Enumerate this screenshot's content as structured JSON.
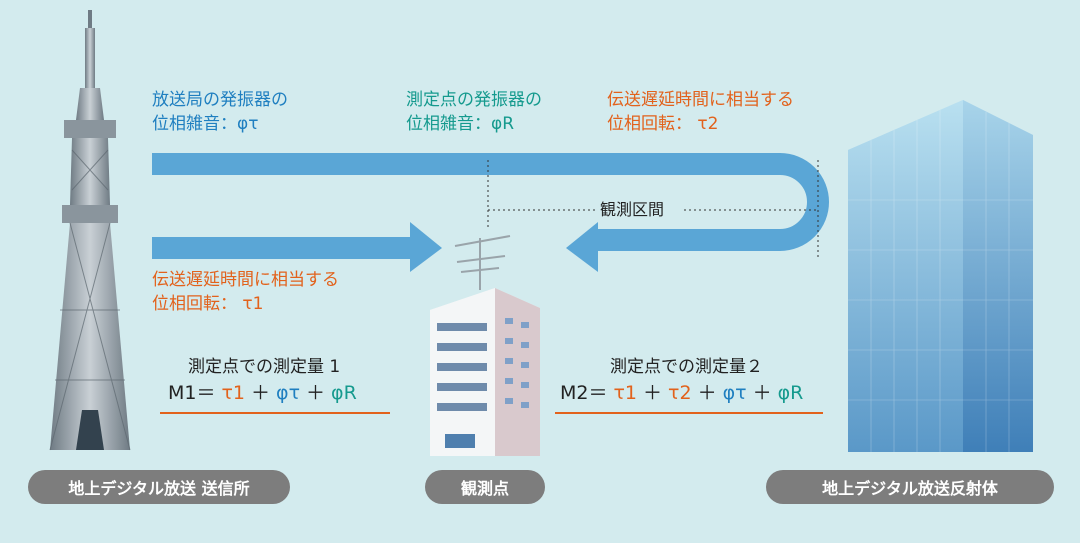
{
  "labels": {
    "station_osc_line1": "放送局の発振器の",
    "station_osc_line2": "位相雑音：φτ",
    "measure_osc_line1": "測定点の発振器の",
    "measure_osc_line2": "位相雑音：φR",
    "delay2_line1": "伝送遅延時間に相当する",
    "delay2_line2": "位相回転： τ2",
    "delay1_line1": "伝送遅延時間に相当する",
    "delay1_line2": "位相回転： τ1",
    "interval": "観測区間"
  },
  "formula1": {
    "title": "測定点での測定量 1",
    "lhs": "M1＝",
    "t1": "τ1",
    "plus1": "＋",
    "phi_tau": "φτ",
    "plus2": "＋",
    "phi_r": "φR"
  },
  "formula2": {
    "title": "測定点での測定量２",
    "lhs": "M2＝",
    "t1": "τ1",
    "plus1": "＋",
    "t2": "τ2",
    "plus2": "＋",
    "phi_tau": "φτ",
    "plus3": "＋",
    "phi_r": "φR"
  },
  "pills": {
    "transmitter": "地上デジタル放送 送信所",
    "observation": "観測点",
    "reflector": "地上デジタル放送反射体"
  },
  "colors": {
    "background": "#d3ebee",
    "arrow": "#5aa6d6",
    "blue": "#1f7fc0",
    "teal": "#159a8e",
    "orange": "#e2621c",
    "pill": "#7d7d7d"
  }
}
